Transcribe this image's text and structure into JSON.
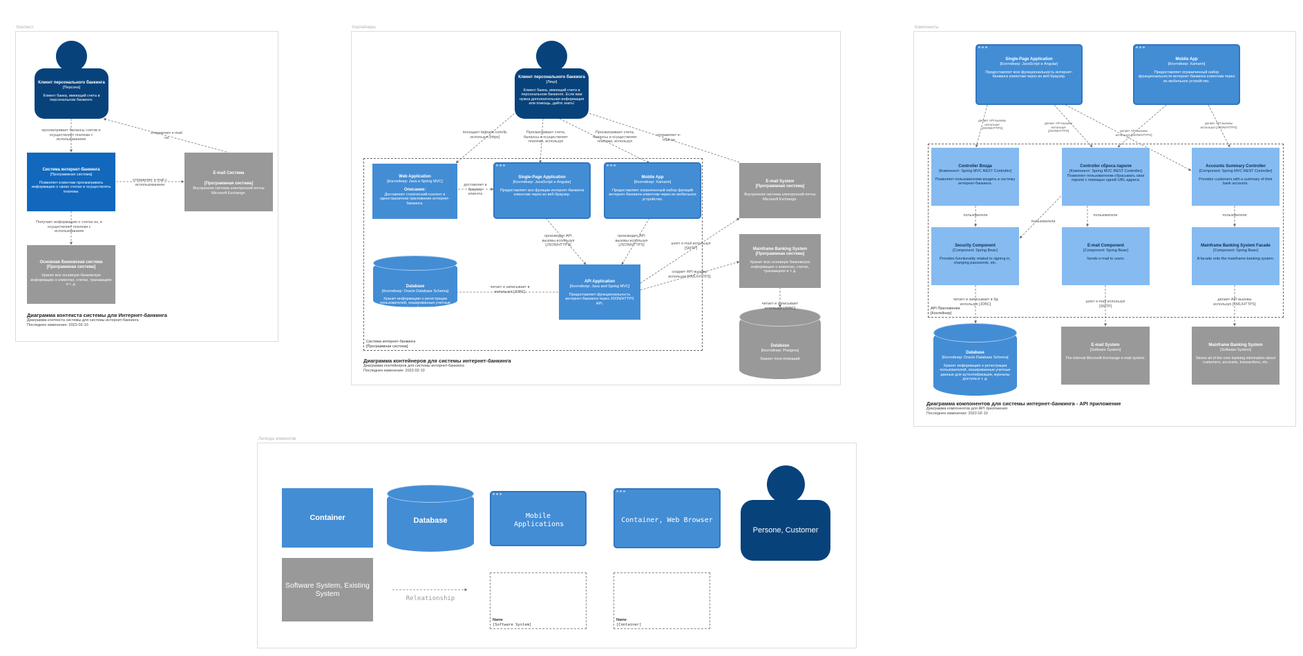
{
  "frames": {
    "context": "Контекст",
    "containers": "Контейнеры",
    "components": "Компоненты",
    "legend": "Легенда элементов"
  },
  "ctx": {
    "person": {
      "title": "Клиент персонального банкинга",
      "type": "[Персона]",
      "desc": "Клиент банка, имеющий счета в персональном банкинге."
    },
    "ibs": {
      "title": "Система интернет-банкинга",
      "type": "[Программная система]",
      "desc": "Позволяет клиентам просматривать информацию о своих счетах и осуществлять платежи."
    },
    "email": {
      "title": "E-mail Система",
      "type": "[Программная система]",
      "desc": "Внутренняя система электронной почты Microsoft Exchange."
    },
    "mainframe": {
      "title": "Основная банковская система",
      "type": "[Программная система]",
      "desc": "Хранит все основную банковскую информацию о клиентах, счетах, транзакциях и т. д."
    },
    "rel_view": "просматривает балансы счетов и осуществляет платежи с использованием",
    "rel_sends": "отправляет e-mail на",
    "rel_email": "отправляет e-mail с использованием",
    "rel_gets": "Получает информацию о счетах из, и осуществляет платежи с использованием",
    "title": "Диаграмма контекста системы для Интернет-банкинга",
    "sub": "Диаграмма контекста системы для системы интернет-банкинга",
    "date": "Последнее изменение: 2022-02-10"
  },
  "cnt": {
    "person": {
      "title": "Клиент персонального банкинга",
      "type": "[Лицо]",
      "desc": "Клиент банка, имеющий счета в персональном банкинге. Если вам нужна дополнительная информация или помощь, дайте знать!"
    },
    "web": {
      "title": "Web Application",
      "type": "[Контейнер: Java и Spring MVC]",
      "desc_h": "Описание:",
      "desc": "Доставляет статический контент и одностраничное приложение интернет-банкинга."
    },
    "spa": {
      "title": "Single-Page Application",
      "type": "[Контейнер: JavaScript и Angular]",
      "desc": "Предоставляет все функции интернет-банкинга клиентам через их веб-браузер."
    },
    "mobile": {
      "title": "Mobile App",
      "type": "[Контейнер: Xamarin]",
      "desc": "Предоставляет ограниченный набор функций интернет-банкинга клиентам через их мобильное устройство."
    },
    "db": {
      "title": "Database",
      "type": "[Контейнер: Oracle Database Schema]",
      "desc": "Хранит информацию о регистрации пользователей, хешированные учетные данные для аутентификации, журналы доступа и т. д."
    },
    "api": {
      "title": "API Application",
      "type": "[Контейнер: Java and Spring MVC]",
      "desc": "Предоставляет функциональность интернет-банкинга через JSON/HTTPS API."
    },
    "email": {
      "title": "E-mail System",
      "type": "[Программная система]",
      "desc": "Внутренняя система электронной почты Microsoft Exchange."
    },
    "mainframe": {
      "title": "Mainframe Banking System",
      "type": "[Программная система]",
      "desc": "Хранит всю основную банковскую информацию о клиентах, счетах, транзакциях и т. д."
    },
    "db2": {
      "title": "Database",
      "type": "[Контейнер: Postgres]",
      "desc": "Хранит логи операций"
    },
    "boundary": {
      "name": "Система интернет-банкинга",
      "type": "[Программная система]"
    },
    "rel1": "посещает bigbank.com/ib, используя [https]",
    "rel2": "Просматривает счета, балансы и осуществляет платежи, используя",
    "rel3": "Просматривает счета, балансы и осуществляет платежи, используя",
    "rel4": "отправляет e-mail на",
    "rel5": "доставляет в браузер клиента",
    "rel6": "производит API вызовы используя [JSON/HTTPS]",
    "rel7": "производит API вызовы используя [JSON/HTTPS]",
    "rel8": "читает и записывает в используя [JDBC]",
    "rel9": "шлет e-mail используя [SMTP]",
    "rel10": "создает API вызовы используя [XML/HTTPS]",
    "rel11": "читает и записывает используя [JDBC]",
    "title": "Диаграмма контейнеров для системы интернет-банкинга",
    "sub": "Диаграмма контейнеров для системы интернет-банкинга",
    "date": "Последнее изменение: 2022-02-10"
  },
  "cmp": {
    "spa": {
      "title": "Single-Page Application",
      "type": "[Контейнер: JavaScript и Angular]",
      "desc": "Предоставляет всю функциональность интернет-банкинга клиентам через их веб-браузер."
    },
    "mobile": {
      "title": "Mobile App",
      "type": "[Контейнер: Xamarin]",
      "desc": "Предоставляет ограниченный набор функциональности интернет-банкинга клиентам через их мобильное устройство."
    },
    "signin": {
      "title": "Controller Входа",
      "type": "[Компонент: Spring MVC REST Controller]",
      "desc": "Позволяет пользователям входить в систему интернет-банкинга."
    },
    "reset": {
      "title": "Controller сброса пароля",
      "type": "[Компонент: Spring MVC REST Controller]",
      "desc": "Позволяет пользователям сбрасывать свои пароли с помощью одной URL-адреса."
    },
    "summary": {
      "title": "Accounts Summary Controller",
      "type": "[Component: Spring MVC REST Controller]",
      "desc": "Provides customers with a summary of their bank accounts."
    },
    "security": {
      "title": "Security Component",
      "type": "[Component: Spring Bean]",
      "desc": "Provides functionality related to signing in, changing passwords, etc."
    },
    "emailc": {
      "title": "E-mail Component",
      "type": "[Component: Spring Bean]",
      "desc": "Sends e-mail to users."
    },
    "facade": {
      "title": "Mainframe Banking System Facade",
      "type": "[Component: Spring Bean]",
      "desc": "A facade onto the mainframe banking system."
    },
    "boundary": {
      "name": "API Приложение",
      "type": "[Контейнер]"
    },
    "db": {
      "title": "Database",
      "type": "[Контейнер: Oracle Database Schema]",
      "desc": "Хранит информацию о регистрации пользователей, хешированные учетные данные для аутентификации, журналы доступа и т. д."
    },
    "email": {
      "title": "E-mail System",
      "type": "[Software System]",
      "desc": "The internal Microsoft Exchange e-mail system."
    },
    "mainframe": {
      "title": "Mainframe Banking System",
      "type": "[Software System]",
      "desc": "Stores all of the core banking information about customers, accounts, transactions, etc."
    },
    "r_api1": "делает API вызовы используя [JSON/HTTPS]",
    "r_api2": "делает API вызовы используя [JSON/HTTPS]",
    "r_api3": "делает API вызовы используя [JSON/HTTPS]",
    "r_api4": "делает API вызовы используя [JSON/HTTPS]",
    "r_uses1": "пользователи",
    "r_uses2": "пользователи",
    "r_uses3": "пользователи",
    "r_uses4": "пользователи",
    "r_db": "читает и записывает в бд используя [JDBC]",
    "r_smtp": "шлет e-mail используя [SMTP]",
    "r_xml": "делает API вызовы используя [XML/HTTPS]",
    "title": "Диаграмма компонентов для системы интернет-банкинга - API приложение",
    "sub": "Диаграмма компонентов для API приложения",
    "date": "Последнее изменение: 2022-02-10"
  },
  "legend": {
    "container": "Container",
    "database": "Database",
    "mobile": "Mobile Applications",
    "browser": "Container, Web Browser",
    "person": "Persone, Customer",
    "software": "Software System, Existing System",
    "relationship": "Releationship",
    "b1_name": "Name",
    "b1_type": "[Software System]",
    "b2_name": "Name",
    "b2_type": "[Container]"
  },
  "colors": {
    "person": "#08427b",
    "system": "#1168bd",
    "container": "#438dd5",
    "component": "#85bbf0",
    "external": "#999999"
  }
}
